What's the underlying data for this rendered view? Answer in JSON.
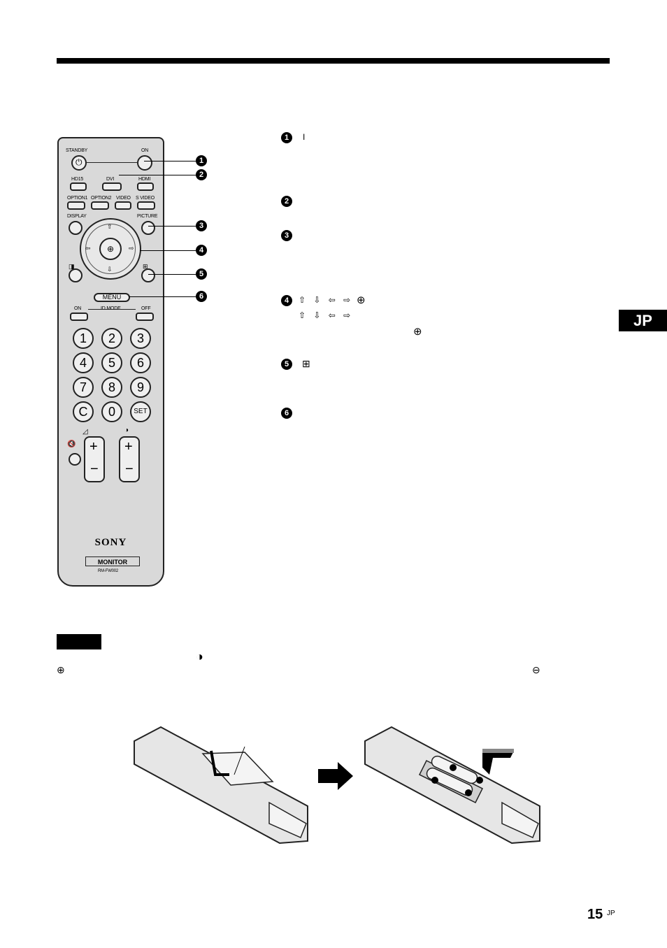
{
  "page": {
    "tab_label": "JP",
    "page_number": "15",
    "page_suffix": "JP"
  },
  "remote": {
    "standby": "STANDBY",
    "on": "ON",
    "hd15": "HD15",
    "dvi": "DVI",
    "hdmi": "HDMI",
    "option1": "OPTION1",
    "option2": "OPTION2",
    "video": "VIDEO",
    "svideo": "S VIDEO",
    "display": "DISPLAY",
    "picture": "PICTURE",
    "menu": "MENU",
    "id_on": "ON",
    "id_mode": "ID MODE",
    "id_off": "OFF",
    "keys": [
      "1",
      "2",
      "3",
      "4",
      "5",
      "6",
      "7",
      "8",
      "9",
      "C",
      "0",
      "SET"
    ],
    "brand": "SONY",
    "model_label": "MONITOR",
    "model_code": "RM-FW002"
  },
  "callouts": [
    "1",
    "2",
    "3",
    "4",
    "5",
    "6"
  ],
  "legend": {
    "item1_symbol": "I",
    "item4_symbols": "⇧ ⇩ ⇦ ⇨",
    "item4_symbols_b": "⇧ ⇩ ⇦ ⇨"
  },
  "note": {
    "plus_symbol": "⊕",
    "minus_symbol": "⊖",
    "contrast_symbol": "◑"
  },
  "colors": {
    "remote_body": "#d9d9d9",
    "button": "#efefef",
    "ink": "#000000"
  }
}
